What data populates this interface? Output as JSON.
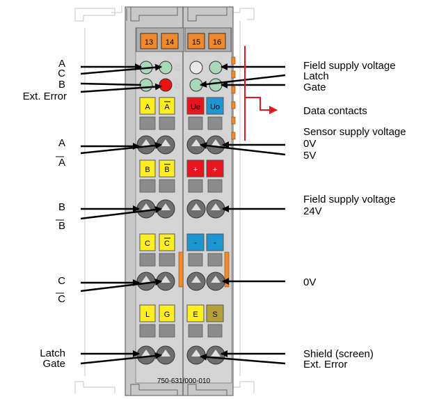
{
  "terminal_numbers": [
    "13",
    "14",
    "15",
    "16"
  ],
  "led_letters": [
    "C",
    "D"
  ],
  "left_labels": {
    "a": "A",
    "c": "C",
    "b": "B",
    "ext_error": "Ext. Error",
    "a2": "A",
    "a_bar": "A",
    "b2": "B",
    "b_bar": "B",
    "c2": "C",
    "c_bar": "C",
    "latch": "Latch",
    "gate": "Gate"
  },
  "right_labels": {
    "field_supply_voltage": "Field supply voltage",
    "latch": "Latch",
    "gate": "Gate",
    "data_contacts": "Data contacts",
    "sensor_supply_voltage": "Sensor supply voltage",
    "zero_v": "0V",
    "five_v": "5V",
    "field_supply_voltage_2": "Field supply voltage",
    "twenty_four_v": "24V",
    "zero_v_2": "0V",
    "shield": "Shield (screen)",
    "ext_error": "Ext. Error"
  },
  "tags": {
    "row1": [
      "A",
      "A",
      "Ue",
      "Uo"
    ],
    "row2": [
      "B",
      "B",
      "+",
      "+"
    ],
    "row3": [
      "C",
      "C",
      "-",
      "-"
    ],
    "row4": [
      "L",
      "G",
      "E",
      "S"
    ]
  },
  "part_number": "750-631/000-010",
  "colors": {
    "orange": "#f08a2c",
    "yellow": "#ffee22",
    "red": "#e8141e",
    "blue": "#1e96d2",
    "olive": "#b4a038",
    "led_green": "#a8d8b8",
    "led_red": "#ee1111",
    "body_gray": "#c8c8c8",
    "arrow_red": "#e8141e"
  }
}
